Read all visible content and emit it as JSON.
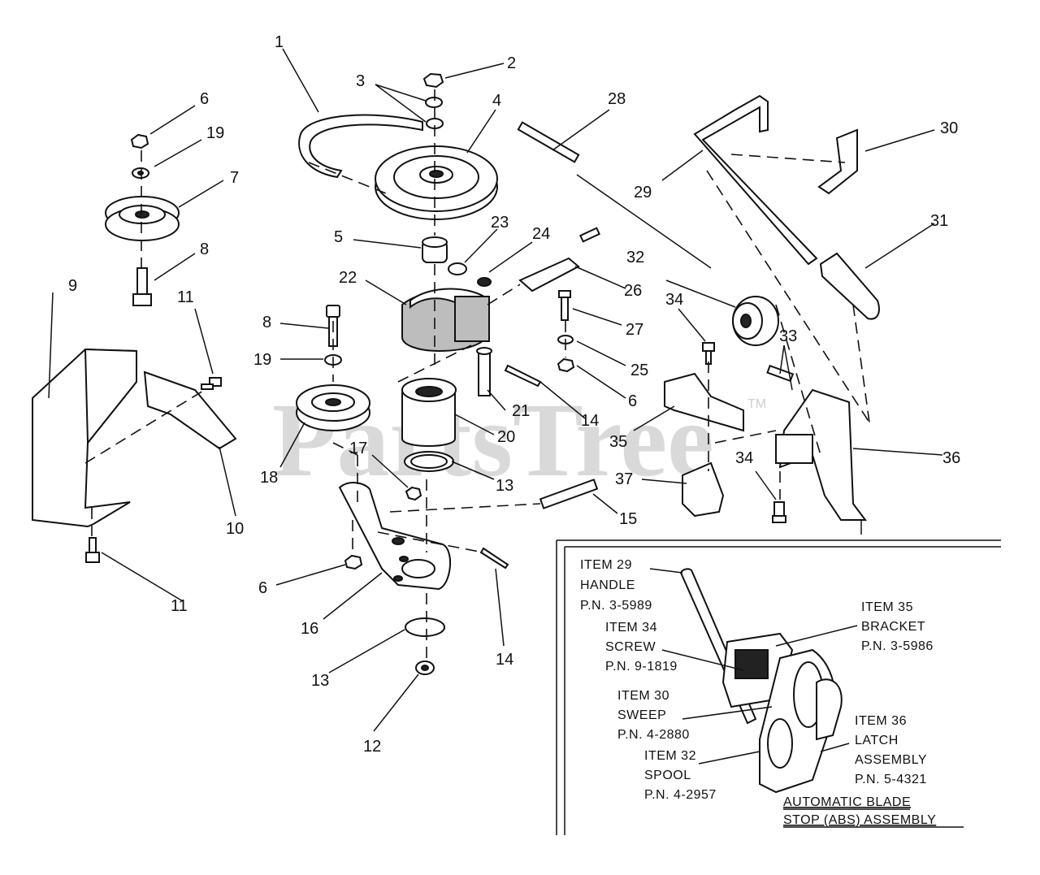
{
  "watermark": {
    "text": "PartsTree",
    "tm": "TM"
  },
  "callouts": [
    "1",
    "2",
    "3",
    "4",
    "5",
    "6",
    "6",
    "6",
    "6",
    "7",
    "8",
    "8",
    "9",
    "10",
    "11",
    "11",
    "12",
    "13",
    "13",
    "14",
    "14",
    "15",
    "16",
    "17",
    "18",
    "19",
    "19",
    "20",
    "21",
    "22",
    "23",
    "24",
    "25",
    "26",
    "27",
    "28",
    "29",
    "30",
    "31",
    "32",
    "33",
    "34",
    "34",
    "35",
    "36",
    "37"
  ],
  "inset": {
    "handle": [
      "ITEM 29",
      "HANDLE",
      "P.N. 3-5989"
    ],
    "screw": [
      "ITEM 34",
      "SCREW",
      "P.N. 9-1819"
    ],
    "sweep": [
      "ITEM 30",
      "SWEEP",
      "P.N. 4-2880"
    ],
    "spool": [
      "ITEM 32",
      "SPOOL",
      "P.N. 4-2957"
    ],
    "bracket": [
      "ITEM 35",
      "BRACKET",
      "P.N. 3-5986"
    ],
    "latch": [
      "ITEM 36",
      "LATCH",
      "ASSEMBLY",
      "P.N. 5-4321"
    ],
    "title": [
      "AUTOMATIC BLADE",
      "STOP (ABS) ASSEMBLY"
    ]
  }
}
